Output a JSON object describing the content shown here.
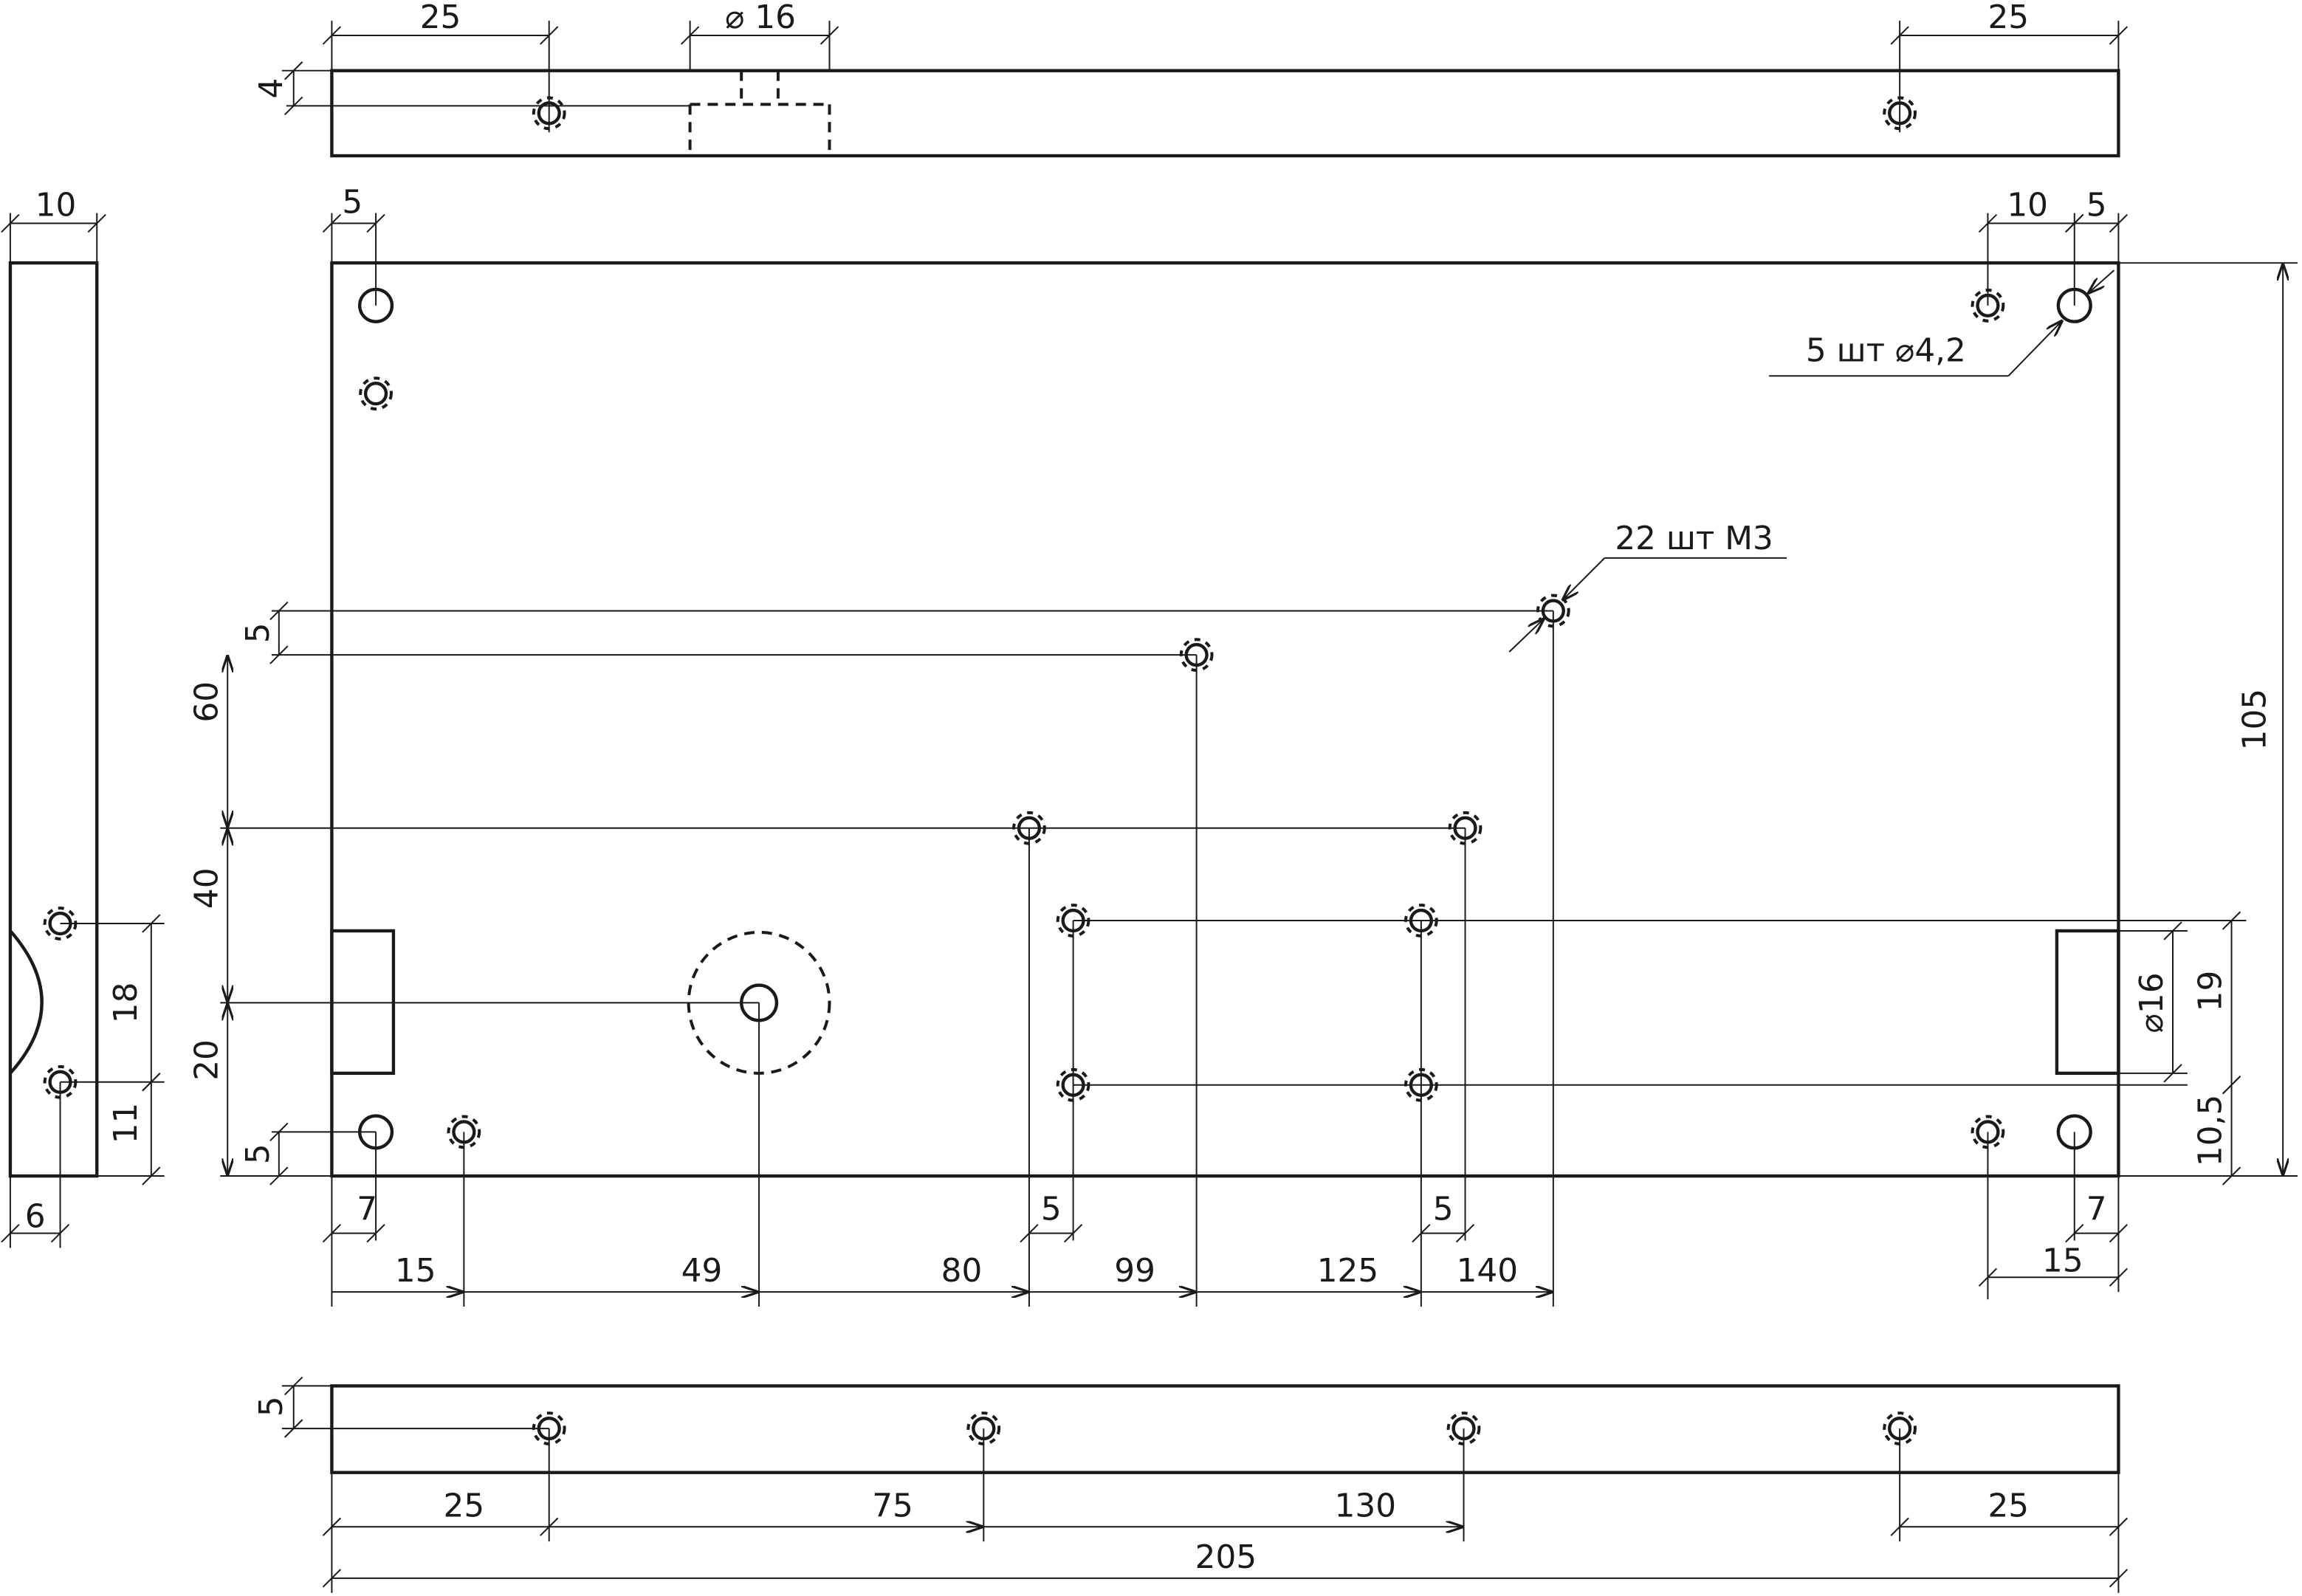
{
  "colors": {
    "ink": "#1a1a1a",
    "background": "#ffffff"
  },
  "notes": {
    "through_holes": "5 шт  ⌀4,2",
    "threaded_holes": "22 шт  M3"
  },
  "top_view": {
    "d1": "25",
    "d2": "⌀ 16",
    "d3": "25",
    "d4": "4"
  },
  "side_view": {
    "width": "10",
    "d18": "18",
    "d11": "11",
    "d6": "6"
  },
  "main_view": {
    "top_left_5": "5",
    "top_right_10": "10",
    "top_right_5": "5",
    "left_5a": "5",
    "left_60": "60",
    "left_40": "40",
    "left_20": "20",
    "left_5b": "5",
    "right_105": "105",
    "right_19": "19",
    "right_105b": "10,5",
    "right_d16": "⌀16",
    "bottom_7": "7",
    "bottom_5a": "5",
    "bottom_5b": "5",
    "bottom_7r": "7",
    "bottom_15r": "15",
    "chain": [
      "15",
      "49",
      "80",
      "99",
      "125",
      "140"
    ]
  },
  "bottom_view": {
    "d5": "5",
    "chain": [
      "25",
      "75",
      "130",
      "25"
    ],
    "total": "205"
  }
}
